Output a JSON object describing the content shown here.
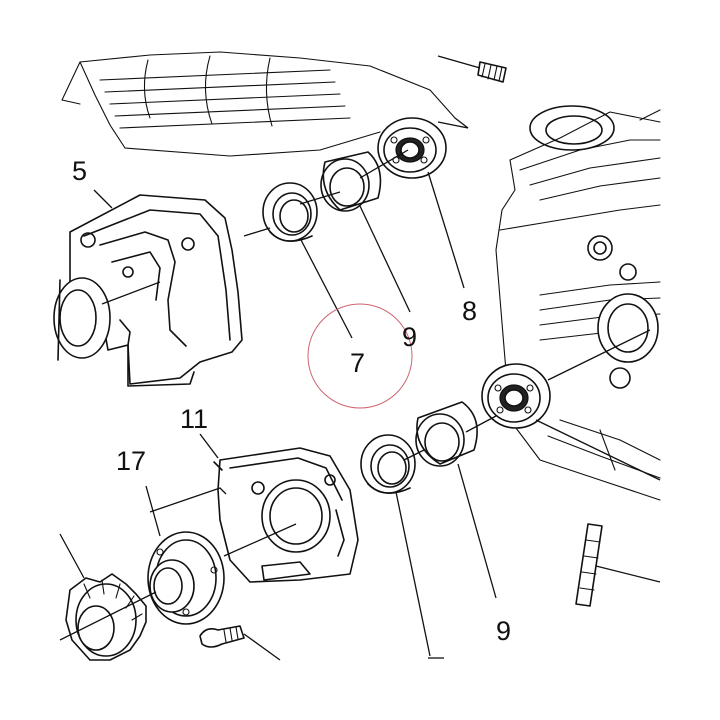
{
  "callouts": {
    "c5": "5",
    "c7": "7",
    "c8": "8",
    "c9_upper": "9",
    "c9_lower": "9",
    "c11": "11",
    "c17": "17"
  },
  "colors": {
    "line": "#111111",
    "highlight_circle": "#cc6670",
    "background": "#ffffff"
  }
}
